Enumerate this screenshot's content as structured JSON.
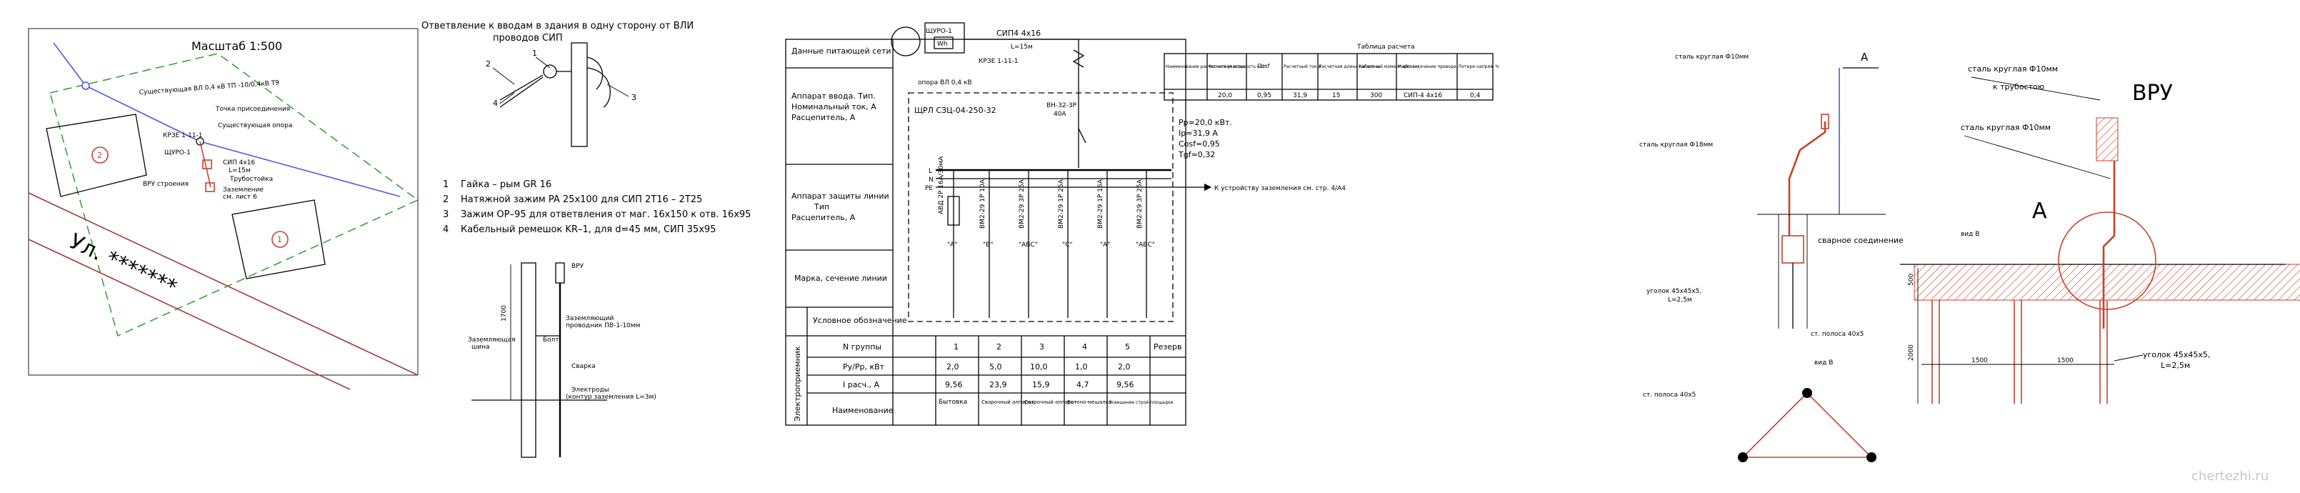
{
  "site_plan": {
    "scale": "Масштаб 1:500",
    "label_existing_line": "Существующая ВЛ 0,4 кВ ТП -10/0,4кВ Т9",
    "label_connection_point": "Точка присоединения",
    "label_existing_pole": "Существующая опора",
    "label_bracket": "КРЗЕ 1-11-1",
    "label_shchuro": "ЩУРО-1",
    "label_sip": "СИП 4х16",
    "label_length": "L=15м",
    "label_pipe": "Трубостойка",
    "label_vru": "ВРУ строения",
    "label_ground": "Заземление",
    "label_ground2": "см. лист 6",
    "building_1": "1",
    "building_2": "2",
    "street": "Ул. *******"
  },
  "branch_drawing": {
    "title_line1": "Ответвление к вводам в здания в одну сторону от ВЛИ",
    "title_line2": "проводов СИП",
    "callouts": [
      "1",
      "2",
      "3",
      "4"
    ],
    "legend": [
      {
        "num": "1",
        "text": "Гайка – рым GR 16"
      },
      {
        "num": "2",
        "text": "Натяжной зажим PA 25х100 для СИП 2Т16 – 2Т25"
      },
      {
        "num": "3",
        "text": "Зажим ОР–95 для ответвления от маг. 16х150 к отв. 16х95"
      },
      {
        "num": "4",
        "text": "Кабельный ремешок KR–1, для d=45 мм, СИП 35х95"
      }
    ]
  },
  "ground_detail": {
    "label_vru": "ВРУ",
    "label_conductor_line1": "Заземляющий",
    "label_conductor_line2": "проводник ПВ-1-10мм",
    "label_bolt": "Болт",
    "label_bus_line1": "Заземляющая",
    "label_bus_line2": "шина",
    "label_weld": "Сварка",
    "label_electrode_line1": "Электроды",
    "label_electrode_line2": "(контур заземления L=3м)",
    "dim_height": "1700"
  },
  "single_line": {
    "row_supply": "Данные питающей сети",
    "row_apparatus_line1": "Аппарат ввода. Тип.",
    "row_apparatus_line2": "Номинальный ток, А",
    "row_apparatus_line3": "Расцепитель, А",
    "row_protection_line1": "Аппарат защиты линии",
    "row_protection_line2": "Тип",
    "row_protection_line3": "Расцепитель, А",
    "row_cable": "Марка, сечение линии",
    "row_symbols": "Условное обозначение",
    "row_group_no": "N группы",
    "row_power": "Ру/Рр, кВт",
    "row_current": "I расч., А",
    "row_name": "Наименование",
    "side_label": "Электроприемник",
    "cabinet": "ЩУРО-1",
    "meter": "Wh",
    "bracket": "КРЗЕ 1-11-1",
    "sip_label": "СИП4 4х16",
    "sip_length": "L=15м",
    "pole_label": "опора ВЛ 0,4 кВ",
    "panel": "ЩРЛ СЗЦ-04-250-32",
    "breaker_main_line1": "ВН-32-3Р",
    "breaker_main_line2": "40А",
    "grounding_arrow": "К устройству заземления см. стр. 4/А4",
    "bus_labels": [
      "L",
      "N",
      "PE"
    ],
    "rcd_label": "АВД 2Р 16А/30мА",
    "group_breakers": [
      "ВМ2-29 1Р 10А",
      "ВМ2-29 3Р 25А",
      "ВМ2-29 1Р 25А",
      "ВМ2-29 1Р 16А",
      "ВМ2-29 3Р 25А"
    ],
    "phases": [
      "\"А\"",
      "\"В\"",
      "\"АВС\"",
      "\"С\"",
      "\"А\"",
      "\"АВС\""
    ],
    "summary": [
      "Рр=20,0 кВт.",
      "Iр=31,9 А",
      "Cosf=0,95",
      "Tgf=0,32"
    ],
    "groups": [
      {
        "no": "1",
        "power": "2,0",
        "current": "9,56",
        "name": "Бытовка"
      },
      {
        "no": "2",
        "power": "5,0",
        "current": "23,9",
        "name": "Сварочный аппарат"
      },
      {
        "no": "3",
        "power": "10,0",
        "current": "15,9",
        "name": "Сварочный аппарат"
      },
      {
        "no": "4",
        "power": "1,0",
        "current": "4,7",
        "name": "Бетоно-мешалка"
      },
      {
        "no": "5",
        "power": "2,0",
        "current": "9,56",
        "name": "Освещение строй.площадки"
      }
    ],
    "reserve": "Резерв"
  },
  "calc_table": {
    "title": "Таблица расчета",
    "headers": [
      "Наименование расчетного участка",
      "Расчетная мощность кВт",
      "Cosf",
      "Расчетный ток А",
      "Расчетная длина кабеля м",
      "Расчетный момент кВт х м",
      "Марка и сечение провода",
      "Потери напряж %"
    ],
    "row": [
      "",
      "20,0",
      "0,95",
      "31,9",
      "15",
      "300",
      "СИП-4 4х16",
      "0,4"
    ]
  },
  "grounding": {
    "label_rod10": "сталь круглая Ф10мм",
    "label_A_top": "А",
    "label_rod18": "сталь круглая Ф18мм",
    "label_weld": "сварное соединение",
    "label_angle1_line1": "уголок 45х45х5,",
    "label_angle1_line2": "L=2,5м",
    "label_strip": "ст. полоса 40х5",
    "label_view": "вид В",
    "label_strip2": "ст. полоса 40х5",
    "label_rod10_b": "сталь круглая Ф10мм",
    "label_to_pipe": "к трубостою",
    "label_vru": "ВРУ",
    "label_rod10_c": "сталь круглая Ф10мм",
    "label_A_big": "А",
    "label_view2": "вид В",
    "label_angle2_line1": "уголок 45х45х5,",
    "label_angle2_line2": "L=2,5м",
    "dim_500": "500",
    "dim_2000": "2000",
    "dim_1500a": "1500",
    "dim_1500b": "1500"
  },
  "watermark": "chertezhi.ru",
  "colors": {
    "boundary": "#3aa13a",
    "line": "#4d5bd8",
    "road": "#a33a3a",
    "ground": "#c8412c"
  }
}
